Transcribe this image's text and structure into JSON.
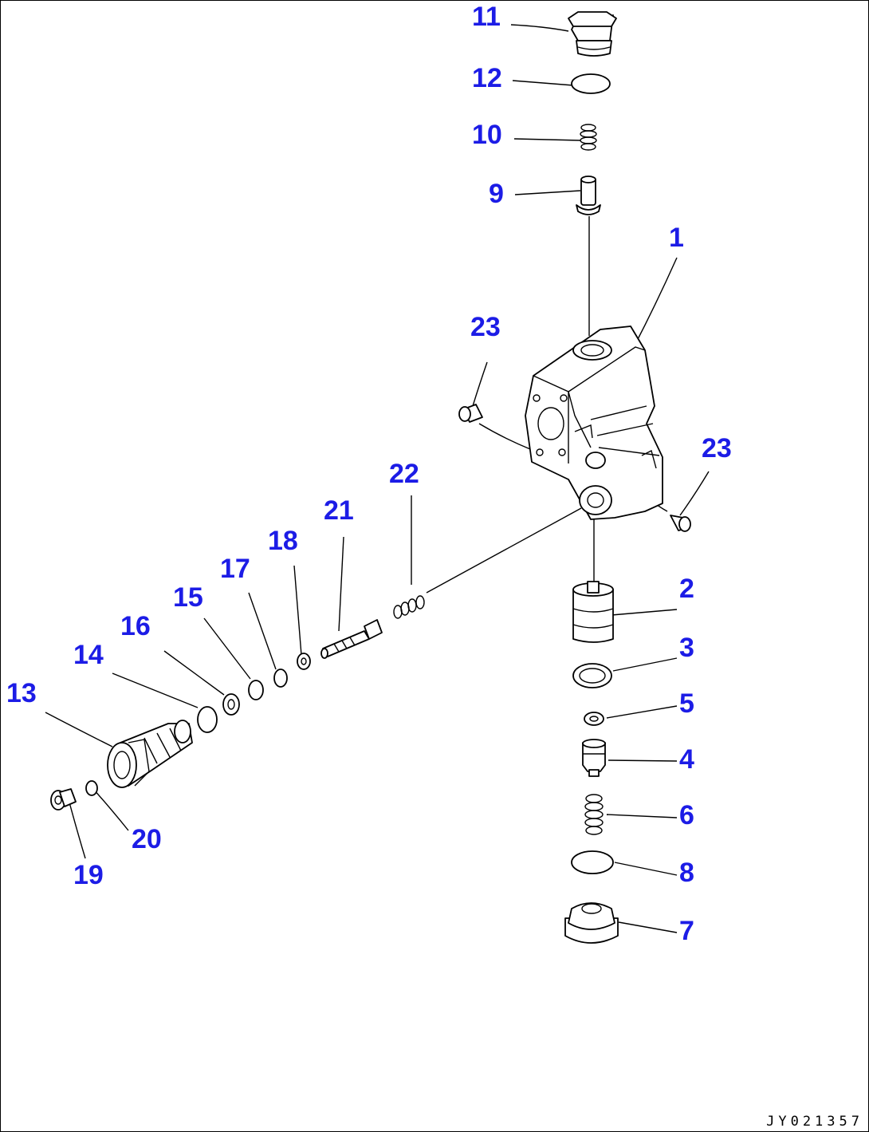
{
  "figure": {
    "number": "JY021357"
  },
  "callouts": [
    {
      "id": "1",
      "label": "1"
    },
    {
      "id": "2",
      "label": "2"
    },
    {
      "id": "3",
      "label": "3"
    },
    {
      "id": "4",
      "label": "4"
    },
    {
      "id": "5",
      "label": "5"
    },
    {
      "id": "6",
      "label": "6"
    },
    {
      "id": "7",
      "label": "7"
    },
    {
      "id": "8",
      "label": "8"
    },
    {
      "id": "9",
      "label": "9"
    },
    {
      "id": "10",
      "label": "10"
    },
    {
      "id": "11",
      "label": "11"
    },
    {
      "id": "12",
      "label": "12"
    },
    {
      "id": "13",
      "label": "13"
    },
    {
      "id": "14",
      "label": "14"
    },
    {
      "id": "15",
      "label": "15"
    },
    {
      "id": "16",
      "label": "16"
    },
    {
      "id": "17",
      "label": "17"
    },
    {
      "id": "18",
      "label": "18"
    },
    {
      "id": "19",
      "label": "19"
    },
    {
      "id": "20",
      "label": "20"
    },
    {
      "id": "21",
      "label": "21"
    },
    {
      "id": "22",
      "label": "22"
    },
    {
      "id": "23a",
      "label": "23"
    },
    {
      "id": "23b",
      "label": "23"
    }
  ],
  "colors": {
    "callout": "#1c1ce6",
    "line": "#000000",
    "background": "#ffffff"
  }
}
